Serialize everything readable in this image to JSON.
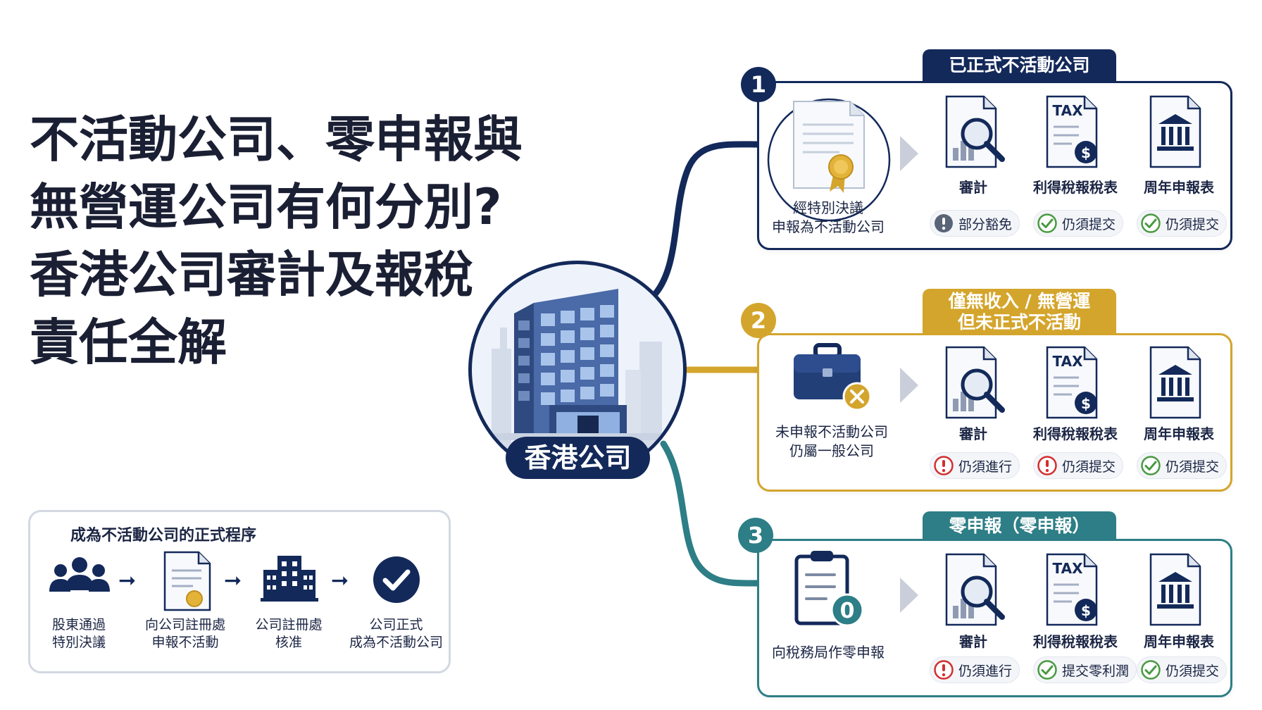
{
  "title": {
    "lines": [
      "不活動公司、零申報與",
      "無營運公司有何分別?",
      "香港公司審計及報稅",
      "責任全解"
    ]
  },
  "hub": {
    "label": "香港公司"
  },
  "colors": {
    "navy": "#13295a",
    "gold": "#d4a52c",
    "teal": "#2d7e86",
    "red": "#d32f2f",
    "green": "#4a9a42"
  },
  "branches": [
    {
      "number": "1",
      "tag_lines": [
        "已正式不活動公司"
      ],
      "lead_icon": "certificate-document-icon",
      "lead_lines": [
        "經特別決議",
        "申報為不活動公司"
      ],
      "items": [
        {
          "label": "審計",
          "icon": "audit-magnifier-icon",
          "status_icon": "exclamation-gray-icon",
          "status": "部分豁免"
        },
        {
          "label": "利得稅報稅表",
          "icon": "tax-return-icon",
          "status_icon": "check-green-icon",
          "status": "仍須提交"
        },
        {
          "label": "周年申報表",
          "icon": "annual-return-bank-icon",
          "status_icon": "check-green-icon",
          "status": "仍須提交"
        }
      ]
    },
    {
      "number": "2",
      "tag_lines": [
        "僅無收入 / 無營運",
        "但未正式不活動"
      ],
      "lead_icon": "briefcase-x-icon",
      "lead_lines": [
        "未申報不活動公司",
        "仍屬一般公司"
      ],
      "items": [
        {
          "label": "審計",
          "icon": "audit-magnifier-icon",
          "status_icon": "exclamation-red-icon",
          "status": "仍須進行"
        },
        {
          "label": "利得稅報稅表",
          "icon": "tax-return-icon",
          "status_icon": "exclamation-red-icon",
          "status": "仍須提交"
        },
        {
          "label": "周年申報表",
          "icon": "annual-return-bank-icon",
          "status_icon": "check-green-icon",
          "status": "仍須提交"
        }
      ]
    },
    {
      "number": "3",
      "tag_lines": [
        "零申報（零申報）"
      ],
      "lead_icon": "clipboard-zero-icon",
      "lead_lines": [
        "向稅務局作零申報"
      ],
      "items": [
        {
          "label": "審計",
          "icon": "audit-magnifier-icon",
          "status_icon": "exclamation-red-icon",
          "status": "仍須進行"
        },
        {
          "label": "利得稅報稅表",
          "icon": "tax-return-icon",
          "status_icon": "check-green-icon",
          "status": "提交零利潤"
        },
        {
          "label": "周年申報表",
          "icon": "annual-return-bank-icon",
          "status_icon": "check-green-icon",
          "status": "仍須提交"
        }
      ]
    }
  ],
  "tax_word": "TAX",
  "zero_digit": "0",
  "process": {
    "title": "成為不活動公司的正式程序",
    "steps": [
      {
        "icon": "shareholders-group-icon",
        "lines": [
          "股東通過",
          "特別決議"
        ]
      },
      {
        "icon": "certificate-document-icon",
        "lines": [
          "向公司註冊處",
          "申報不活動"
        ]
      },
      {
        "icon": "registry-building-icon",
        "lines": [
          "公司註冊處",
          "核准"
        ]
      },
      {
        "icon": "check-circle-icon",
        "lines": [
          "公司正式",
          "成為不活動公司"
        ]
      }
    ]
  }
}
